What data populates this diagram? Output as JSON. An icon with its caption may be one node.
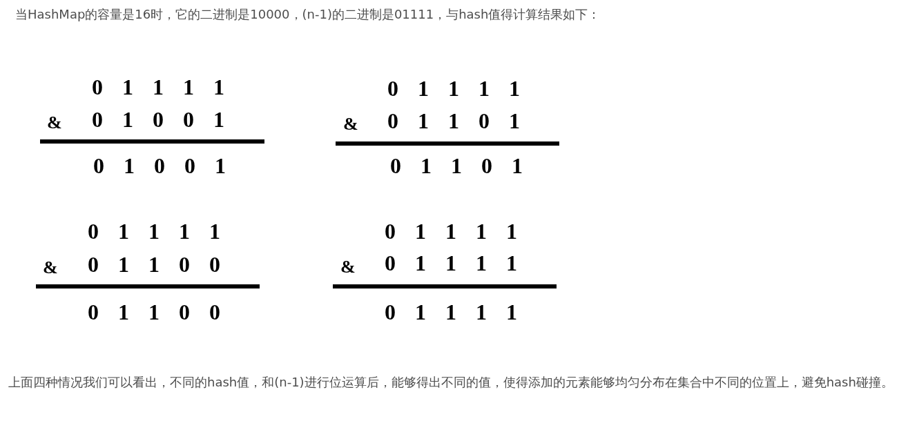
{
  "diagram": {
    "title": "当HashMap的容量是16时，它的二进制是10000，(n-1)的二进制是01111，与hash值得计算结果如下：",
    "caption": "上面四种情况我们可以看出，不同的hash值，和(n-1)进行位运算后，能够得出不同的值，使得添加的元素能够均匀分布在集合中不同的位置上，避免hash碰撞。",
    "labels": [
      "0 1 1 1 1",
      "&",
      "0 1 0 0 1",
      "0 1 0 0 1",
      "0 1 1 1 1",
      "&",
      "0 1 1 0 1",
      "0 1 1 0 1",
      "0 1 1 1 1",
      "&",
      "0 1 1 0 0",
      "0 1 1 0 0",
      "0 1 1 1 1",
      "&",
      "0 1 1 1 1",
      "0 1 1 1 1"
    ]
  }
}
